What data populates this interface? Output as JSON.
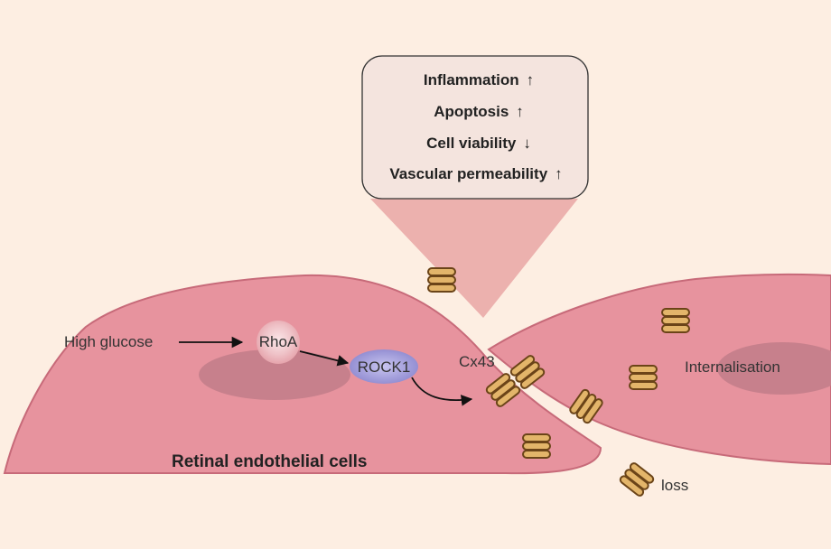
{
  "effects": [
    {
      "label": "Inflammation",
      "arrow": "↑"
    },
    {
      "label": "Apoptosis",
      "arrow": "↑"
    },
    {
      "label": "Cell viability",
      "arrow": "↓"
    },
    {
      "label": "Vascular permeability",
      "arrow": "↑"
    }
  ],
  "labels": {
    "high_glucose": "High glucose",
    "rhoa": "RhoA",
    "rock1": "ROCK1",
    "cx43": "Cx43",
    "internalisation": "Internalisation",
    "loss": "loss",
    "cells": "Retinal endothelial cells"
  },
  "colors": {
    "background": "#fdeee2",
    "cell_fill": "#e7939e",
    "cell_stroke": "#c76a79",
    "nucleus": "#c7808c",
    "funnel": "#ecb1ae",
    "effects_box": "#f4e4de",
    "rock1_fill": "#a8a3d9",
    "connexon_fill": "#e3b56a",
    "connexon_stroke": "#6b4418"
  }
}
